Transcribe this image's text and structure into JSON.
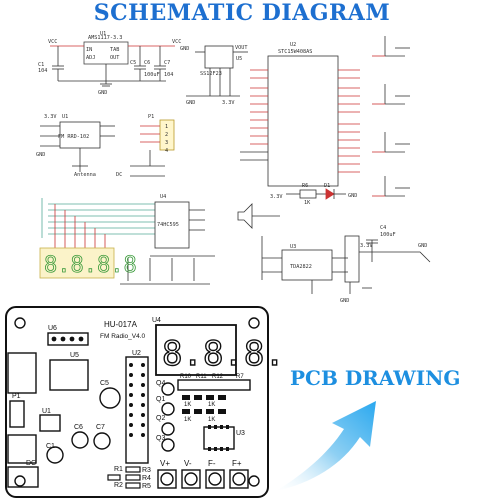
{
  "title": "SCHEMATIC DIAGRAM",
  "pcb_caption": "PCB DRAWING",
  "schematic": {
    "regulator": {
      "ref": "U1",
      "part": "AMS1117-3.3",
      "in_pin": "IN",
      "out_pin": "OUT",
      "tab": "TAB",
      "adj": "ADJ",
      "c1": "C1",
      "c1_val": "104",
      "c5": "C5",
      "c6": "C6",
      "c6_val": "100uF",
      "c7": "C7",
      "c7_val": "104",
      "gnd": "GND",
      "vcc": "VCC"
    },
    "usb": {
      "ref": "U5",
      "part": "SS12F23",
      "vout": "VOUT",
      "gnd": "GND",
      "v33": "3.3V"
    },
    "mcu": {
      "ref": "U2",
      "part": "STC15W408AS"
    },
    "radio": {
      "ref": "U1",
      "part": "FM RRD-102",
      "antenna": "Antenna",
      "v33": "3.3V",
      "gnd": "GND"
    },
    "connector": {
      "ref": "P1",
      "pins": [
        "1",
        "2",
        "3",
        "4"
      ]
    },
    "led": {
      "r": "R6",
      "r_val": "1K",
      "d": "D1",
      "gnd": "GND",
      "v33": "3.3V"
    },
    "amp": {
      "ref": "U3",
      "part": "TDA2822",
      "c": "C4",
      "c_val": "100uF",
      "v33": "3.3V",
      "gnd": "GND"
    },
    "display": {
      "ref": "U4",
      "driver": "74HC595"
    },
    "dc": "DC",
    "gnd": "GND"
  },
  "pcb": {
    "model": "HU-017A",
    "subtitle": "FM Radio_V4.0",
    "display_digits": "8.8.8.8",
    "labels": {
      "u6": "U6",
      "u5": "U5",
      "u1": "U1",
      "u2": "U2",
      "u3": "U3",
      "u4": "U4",
      "dc": "DC",
      "p1": "P1",
      "c1": "C1",
      "c5": "C5",
      "c6": "C6",
      "c7": "C7",
      "q1": "Q1",
      "q2": "Q2",
      "q3": "Q3",
      "q4": "Q4",
      "r1": "R1",
      "r2": "R2",
      "r3": "R3",
      "r4": "R4",
      "r5": "R5",
      "r10": "R10",
      "r11": "R11",
      "r12": "R12",
      "r7": "R7",
      "k": "1K"
    },
    "buttons": [
      "V+",
      "V-",
      "F-",
      "F+"
    ]
  }
}
